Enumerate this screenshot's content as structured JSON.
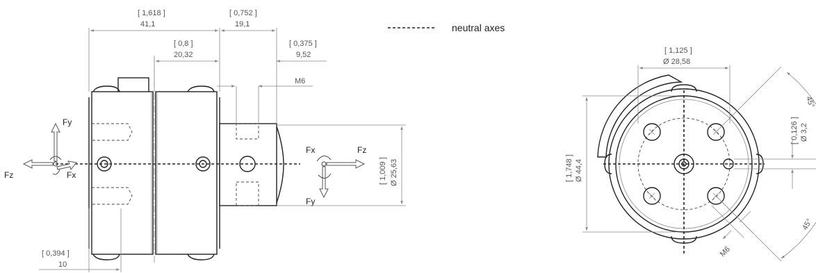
{
  "legend": {
    "label": "neutral axes"
  },
  "side_view": {
    "dims": {
      "overall_in": "[ 1,618 ]",
      "overall_mm": "41,1",
      "spigot_in": "[ 0,752 ]",
      "spigot_mm": "19,1",
      "mid_in": "[ 0,8 ]",
      "mid_mm": "20,32",
      "offset_in": "[ 0,375 ]",
      "offset_mm": "9,52",
      "thread": "M6",
      "dia_in": "[ 1,009 ]",
      "dia_mm": "Ø 25,63",
      "bottom_in": "[ 0,394 ]",
      "bottom_mm": "10"
    },
    "forces_left": {
      "fy": "Fy",
      "fz": "Fz",
      "fx": "Fx"
    },
    "forces_right": {
      "fx": "Fx",
      "fz": "Fz",
      "fy": "Fy"
    }
  },
  "front_view": {
    "dims": {
      "bolt_circle_in": "[ 1,125 ]",
      "bolt_circle_mm": "Ø 28,58",
      "outer_in": "[ 1,748 ]",
      "outer_mm": "Ø 44,4",
      "pin_in": "[ 0,126 ]",
      "pin_mm": "Ø 3,2",
      "thread": "M6",
      "angle_lower": "45°",
      "angle_upper": "45°"
    }
  }
}
